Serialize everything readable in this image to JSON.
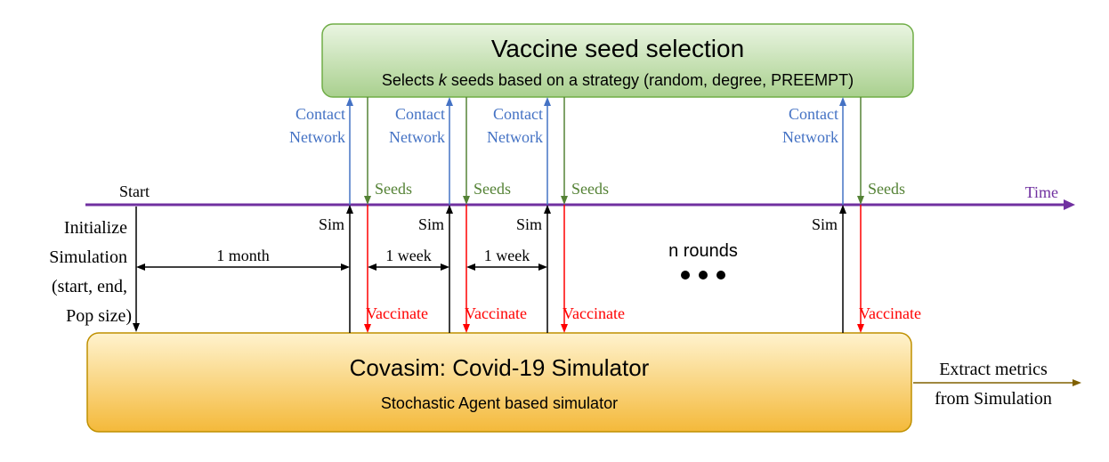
{
  "colors": {
    "blue": "#4472C4",
    "green": "#548235",
    "red": "#FF0000",
    "purple": "#7030A0",
    "black": "#000000",
    "olive": "#806000",
    "top_box_light": "#EAF5E2",
    "top_box_dark": "#A9D08E",
    "top_box_border": "#70AD47",
    "bottom_box_light": "#FFF3CE",
    "bottom_box_dark": "#F4B93A",
    "bottom_box_border": "#BF9000"
  },
  "top_box": {
    "title": "Vaccine seed selection",
    "subtitle_pre": "Selects ",
    "subtitle_k": "k",
    "subtitle_post": " seeds based on a strategy (random, degree, PREEMPT)"
  },
  "bottom_box": {
    "title": "Covasim: Covid-19 Simulator",
    "subtitle": "Stochastic Agent based simulator"
  },
  "timeline": {
    "start_label": "Start",
    "time_label": "Time"
  },
  "initialize": {
    "lines": [
      "Initialize",
      "Simulation",
      "(start, end,",
      "Pop size)"
    ]
  },
  "contact_network": {
    "line1": "Contact",
    "line2": "Network"
  },
  "labels": {
    "seeds": "Seeds",
    "sim": "Sim",
    "vaccinate": "Vaccinate",
    "one_month": "1 month",
    "one_week": "1 week",
    "n_rounds": "n rounds",
    "extract_line1": "Extract metrics",
    "extract_line2": "from Simulation"
  }
}
